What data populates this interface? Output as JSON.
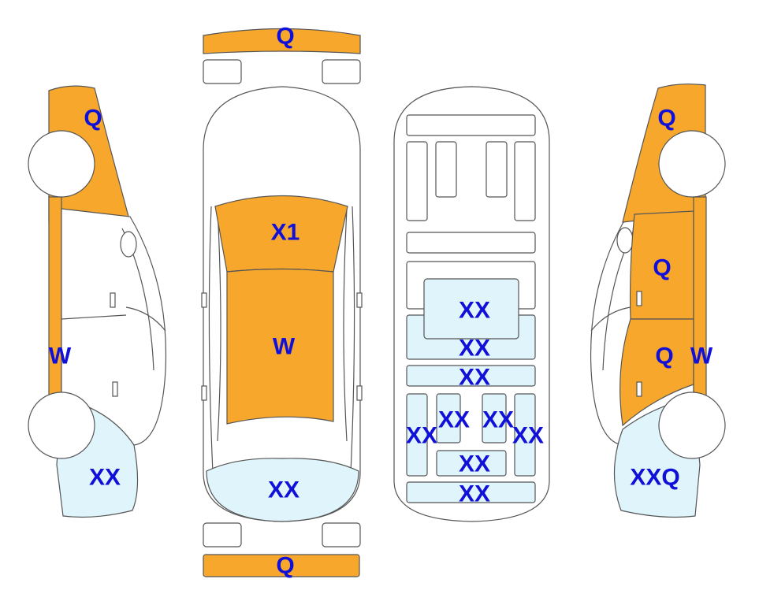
{
  "colors": {
    "orange": "#f7a82c",
    "blue": "#dff4fb",
    "stroke": "#555555",
    "label": "#1010d8"
  },
  "labels": {
    "front_bumper": "Q",
    "rear_bumper": "Q",
    "hood": "X1",
    "roof": "W",
    "trunk": "XX",
    "left_front_fender": "Q",
    "left_side": "W",
    "left_rear_quarter": "XX",
    "right_front_fender": "Q",
    "right_front_door": "Q",
    "right_rear_door": "Q",
    "right_side": "W",
    "right_rear_quarter": "XXQ",
    "floor_center_top": "XX",
    "floor_center_mid": "XX",
    "floor_center_low": "XX",
    "floor_left_outer": "XX",
    "floor_left_inner": "XX",
    "floor_right_inner": "XX",
    "floor_right_outer": "XX",
    "floor_tunnel": "XX",
    "floor_rear": "XX"
  }
}
